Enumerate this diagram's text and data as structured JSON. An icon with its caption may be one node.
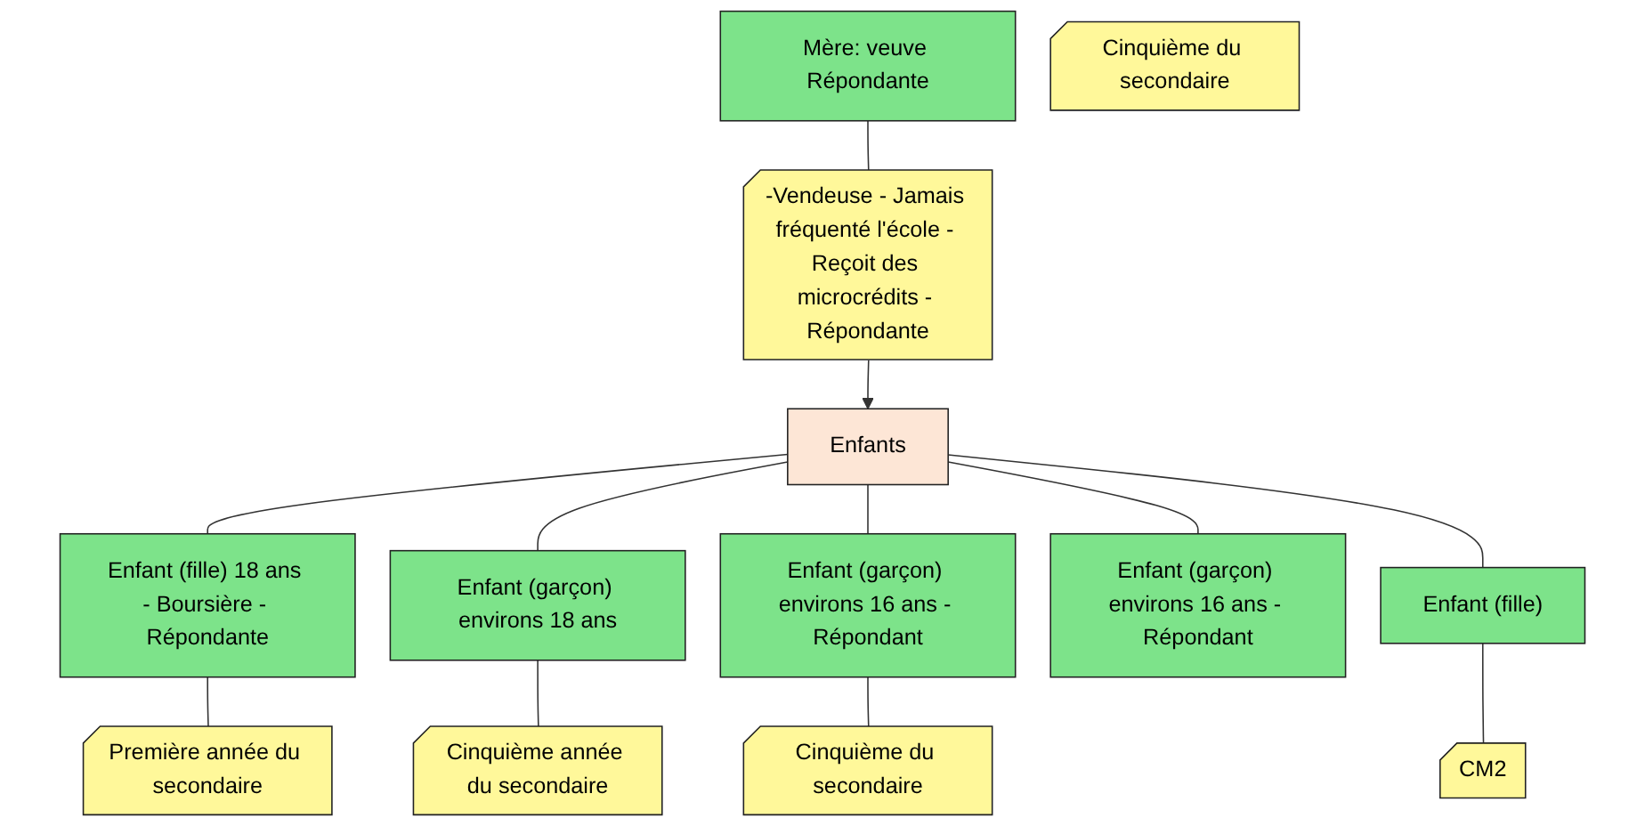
{
  "diagram": {
    "nodes": [
      {
        "text": [
          "Mère: veuve Répondante"
        ]
      },
      {
        "text": [
          "-Vendeuse - Jamais fréquenté l'école - Reçoit des microcrédits - Répondante"
        ]
      },
      {
        "text": [
          "Enfants"
        ]
      },
      {
        "text": [
          "Enfant (fille) 18 ans - Boursière - Répondante"
        ]
      },
      {
        "text": [
          "Première année du secondaire"
        ]
      },
      {
        "text": [
          "Enfant (garçon) environs 18 ans"
        ]
      },
      {
        "text": [
          "Cinquième année du secondaire"
        ]
      },
      {
        "text": [
          "Enfant (garçon) environs 16 ans - Répondant"
        ]
      },
      {
        "text": [
          "Cinquième du secondaire"
        ]
      },
      {
        "text": [
          "Enfant (garçon) environs 16 ans - Répondant"
        ]
      },
      {
        "text": [
          "Cinquième du secondaire"
        ]
      },
      {
        "text": [
          "Enfant (fille)"
        ]
      },
      {
        "text": [
          "CM2"
        ]
      }
    ],
    "edges": [
      {
        "from": 0,
        "to": 1,
        "arrow": "none"
      },
      {
        "from": 1,
        "to": 2,
        "arrow": "to"
      },
      {
        "from": 2,
        "to": 3,
        "arrow": "none"
      },
      {
        "from": 2,
        "to": 5,
        "arrow": "none"
      },
      {
        "from": 2,
        "to": 7,
        "arrow": "none"
      },
      {
        "from": 2,
        "to": 9,
        "arrow": "none"
      },
      {
        "from": 2,
        "to": 11,
        "arrow": "none"
      },
      {
        "from": 3,
        "to": 4,
        "arrow": "none"
      },
      {
        "from": 5,
        "to": 6,
        "arrow": "none"
      },
      {
        "from": 7,
        "to": 8,
        "arrow": "none"
      },
      {
        "from": 11,
        "to": 12,
        "arrow": "none"
      }
    ]
  }
}
